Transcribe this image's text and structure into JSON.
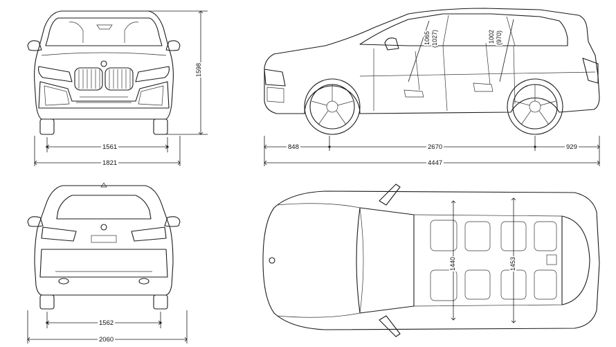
{
  "dimensions": {
    "front_track": "1561",
    "front_width": "1821",
    "height": "1598",
    "front_overhang": "848",
    "wheelbase": "2670",
    "rear_overhang": "929",
    "length": "4447",
    "front_headroom": "1065",
    "front_headroom_alt": "(1027)",
    "rear_headroom": "1002",
    "rear_headroom_alt": "(970)",
    "rear_track": "1562",
    "width_with_mirrors": "2060",
    "front_interior_width": "1440",
    "rear_interior_width": "1453"
  },
  "colors": {
    "line": "#1a1a1a",
    "background": "#ffffff"
  }
}
